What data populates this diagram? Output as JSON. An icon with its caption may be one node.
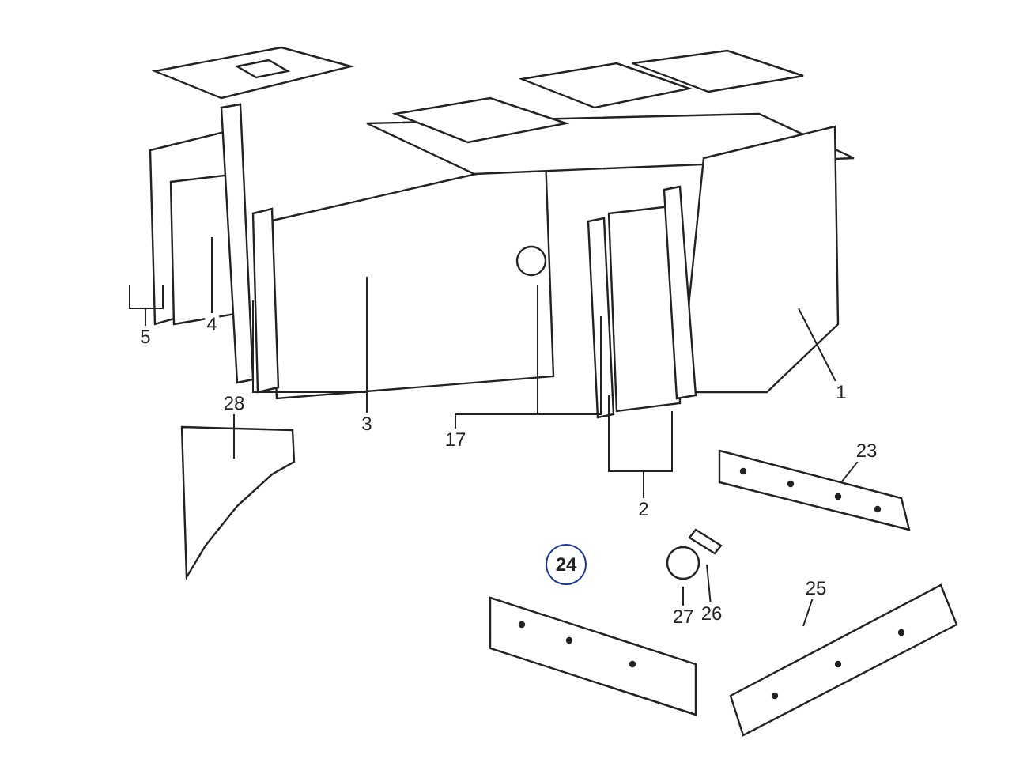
{
  "diagram": {
    "nodes": [
      {
        "text": [
          "4"
        ]
      },
      {
        "text": [
          "5"
        ]
      },
      {
        "text": [
          "1"
        ]
      },
      {
        "text": [
          "28"
        ]
      },
      {
        "text": [
          "3"
        ]
      },
      {
        "text": [
          "17"
        ]
      },
      {
        "text": [
          "23"
        ]
      },
      {
        "text": [
          "2"
        ]
      },
      {
        "text": [
          "24"
        ]
      },
      {
        "text": [
          "25"
        ]
      },
      {
        "text": [
          "26"
        ]
      },
      {
        "text": [
          "27"
        ]
      }
    ],
    "edges": [
      {
        "from": 0,
        "to": null,
        "arrow": "none"
      },
      {
        "from": 1,
        "to": null,
        "arrow": "none"
      },
      {
        "from": 1,
        "to": null,
        "arrow": "none"
      },
      {
        "from": 2,
        "to": null,
        "arrow": "none"
      },
      {
        "from": 3,
        "to": null,
        "arrow": "none"
      },
      {
        "from": 4,
        "to": null,
        "arrow": "none"
      },
      {
        "from": 4,
        "to": null,
        "arrow": "none"
      },
      {
        "from": 5,
        "to": null,
        "arrow": "none"
      },
      {
        "from": 5,
        "to": null,
        "arrow": "none"
      },
      {
        "from": 7,
        "to": null,
        "arrow": "none"
      },
      {
        "from": 7,
        "to": null,
        "arrow": "none"
      },
      {
        "from": 6,
        "to": null,
        "arrow": "none"
      },
      {
        "from": 10,
        "to": null,
        "arrow": "none"
      },
      {
        "from": 11,
        "to": null,
        "arrow": "none"
      },
      {
        "from": 9,
        "to": null,
        "arrow": "none"
      }
    ]
  }
}
